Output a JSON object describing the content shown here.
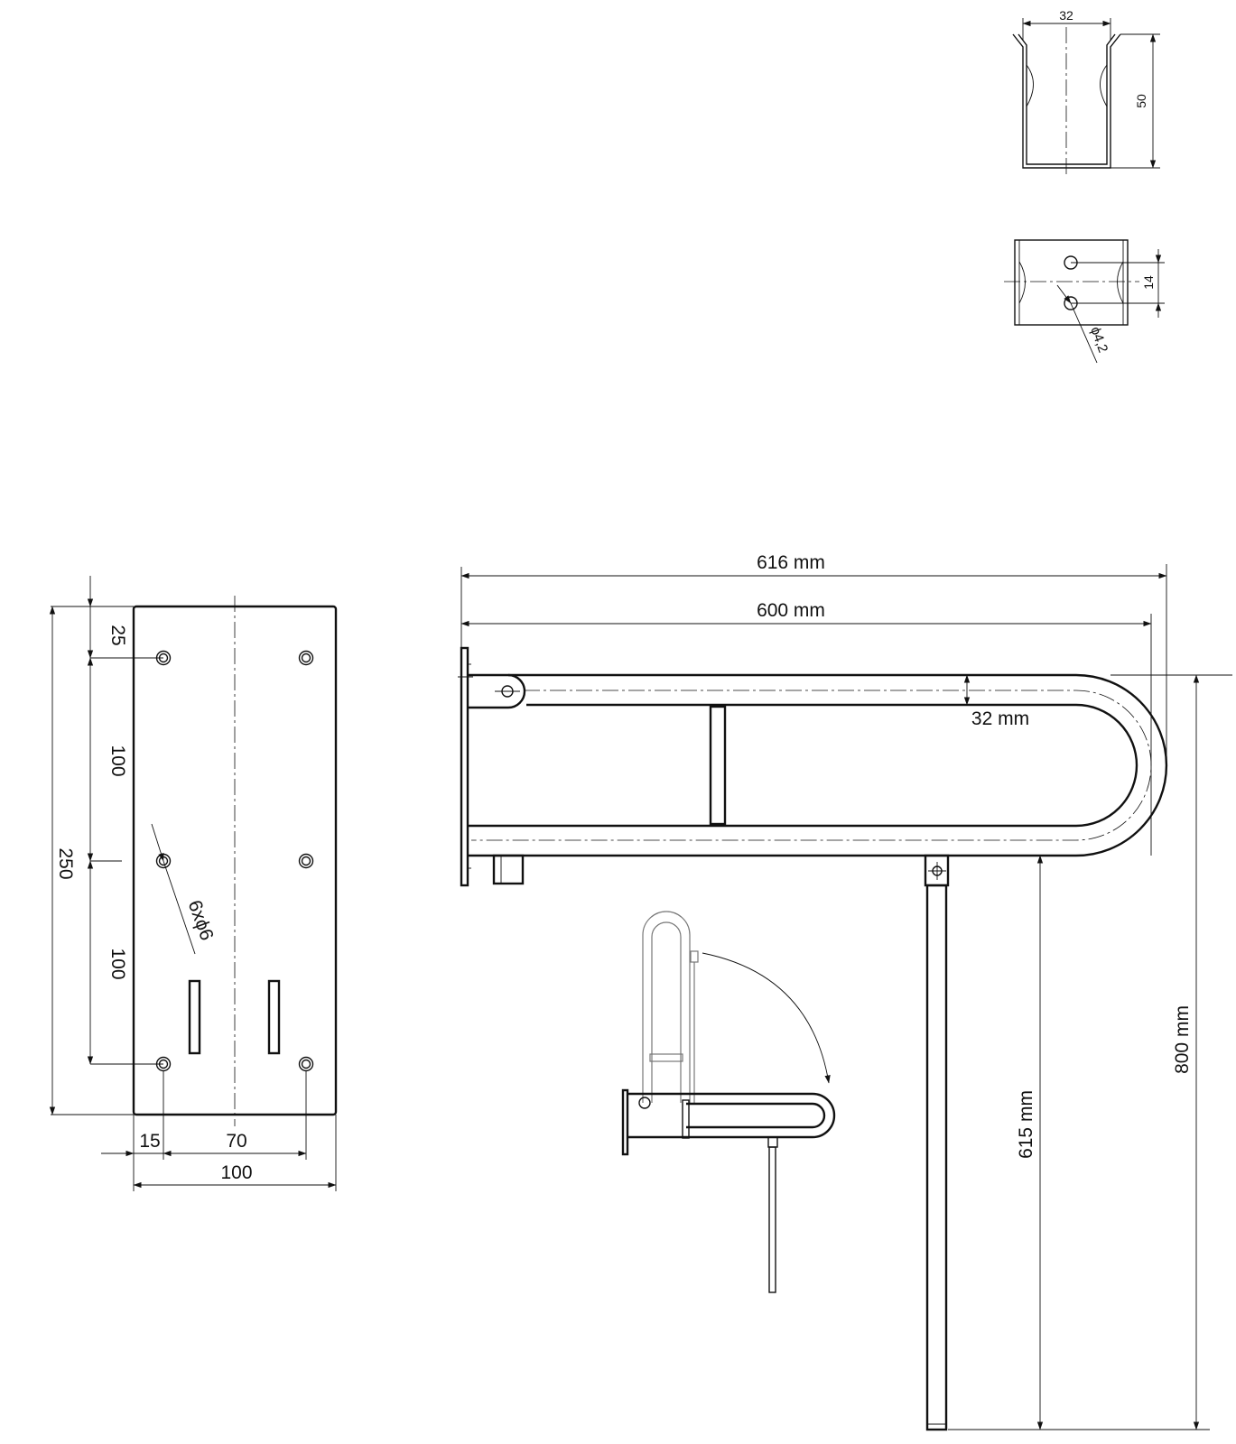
{
  "colors": {
    "ink": "#111111",
    "ghost": "#777777",
    "background": "#ffffff"
  },
  "bracket_front": {
    "width_label": "32",
    "height_label": "50"
  },
  "bracket_side": {
    "spacing_label": "14",
    "hole_label": "ϕ4,2"
  },
  "wall_plate": {
    "top_offset_label": "25",
    "spacing_upper_label": "100",
    "spacing_lower_label": "100",
    "height_label": "250",
    "edge_label": "15",
    "hole_spacing_label": "70",
    "width_label": "100",
    "holes_label": "6xϕ6"
  },
  "main_view": {
    "overall_length_label": "616 mm",
    "length_label": "600 mm",
    "tube_label": "32 mm",
    "leg_height_label": "615 mm",
    "total_height_label": "800 mm"
  }
}
